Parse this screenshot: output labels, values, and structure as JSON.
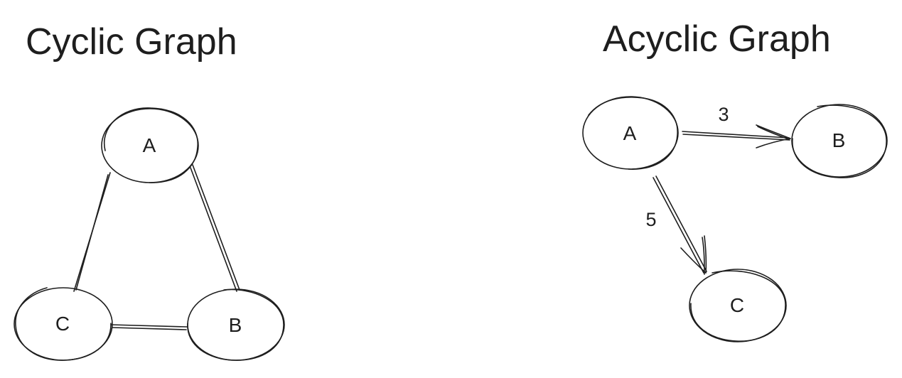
{
  "cyclic": {
    "title": "Cyclic Graph",
    "nodes": {
      "a": "A",
      "b": "B",
      "c": "C"
    }
  },
  "acyclic": {
    "title": "Acyclic Graph",
    "nodes": {
      "a": "A",
      "b": "B",
      "c": "C"
    },
    "edges": [
      {
        "from": "A",
        "to": "B",
        "weight": "3"
      },
      {
        "from": "A",
        "to": "C",
        "weight": "5"
      }
    ]
  },
  "colors": {
    "ink": "#1e1e1e",
    "background": "#ffffff"
  }
}
